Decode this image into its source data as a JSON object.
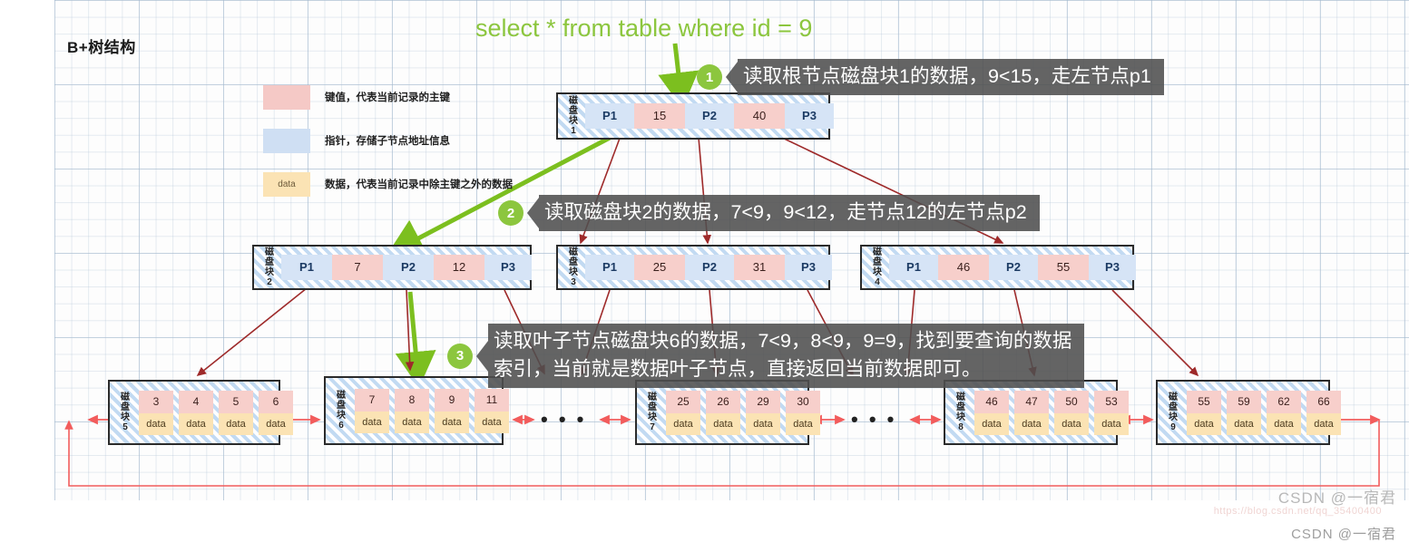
{
  "diagram": {
    "title": "B+树结构",
    "sql_query": "select * from table where id = 9"
  },
  "legend": [
    {
      "swatch": "key",
      "swatch_text": "",
      "description": "键值，代表当前记录的主键"
    },
    {
      "swatch": "pointer",
      "swatch_text": "",
      "description": "指针，存储子节点地址信息"
    },
    {
      "swatch": "data",
      "swatch_text": "data",
      "description": "数据，代表当前记录中除主键之外的数据"
    }
  ],
  "nodes": {
    "root": {
      "label": "磁盘块\n1",
      "label_lines": [
        "磁",
        "盘",
        "块",
        "1"
      ],
      "cells": [
        {
          "type": "pointer",
          "text": "P1"
        },
        {
          "type": "key",
          "text": "15"
        },
        {
          "type": "pointer",
          "text": "P2"
        },
        {
          "type": "key",
          "text": "40"
        },
        {
          "type": "pointer",
          "text": "P3"
        }
      ]
    },
    "level2": [
      {
        "label_lines": [
          "磁",
          "盘",
          "块",
          "2"
        ],
        "cells": [
          {
            "type": "pointer",
            "text": "P1"
          },
          {
            "type": "key",
            "text": "7"
          },
          {
            "type": "pointer",
            "text": "P2"
          },
          {
            "type": "key",
            "text": "12"
          },
          {
            "type": "pointer",
            "text": "P3"
          }
        ]
      },
      {
        "label_lines": [
          "磁",
          "盘",
          "块",
          "3"
        ],
        "cells": [
          {
            "type": "pointer",
            "text": "P1"
          },
          {
            "type": "key",
            "text": "25"
          },
          {
            "type": "pointer",
            "text": "P2"
          },
          {
            "type": "key",
            "text": "31"
          },
          {
            "type": "pointer",
            "text": "P3"
          }
        ]
      },
      {
        "label_lines": [
          "磁",
          "盘",
          "块",
          "4"
        ],
        "cells": [
          {
            "type": "pointer",
            "text": "P1"
          },
          {
            "type": "key",
            "text": "46"
          },
          {
            "type": "pointer",
            "text": "P2"
          },
          {
            "type": "key",
            "text": "55"
          },
          {
            "type": "pointer",
            "text": "P3"
          }
        ]
      }
    ],
    "leaves": [
      {
        "label_lines": [
          "磁",
          "盘",
          "块",
          "5"
        ],
        "keys": [
          "3",
          "4",
          "5",
          "6"
        ],
        "data_label": "data"
      },
      {
        "label_lines": [
          "磁",
          "盘",
          "块",
          "6"
        ],
        "keys": [
          "7",
          "8",
          "9",
          "11"
        ],
        "data_label": "data"
      },
      {
        "label_lines": [
          "磁",
          "盘",
          "块",
          "7"
        ],
        "keys": [
          "25",
          "26",
          "29",
          "30"
        ],
        "data_label": "data"
      },
      {
        "label_lines": [
          "磁",
          "盘",
          "块",
          "8"
        ],
        "keys": [
          "46",
          "47",
          "50",
          "53"
        ],
        "data_label": "data"
      },
      {
        "label_lines": [
          "磁",
          "盘",
          "块",
          "9"
        ],
        "keys": [
          "55",
          "59",
          "62",
          "66"
        ],
        "data_label": "data"
      }
    ],
    "ellipsis": [
      "• • •",
      "• • •"
    ]
  },
  "callouts": [
    {
      "number": "1",
      "lines": [
        "读取根节点磁盘块1的数据，9<15，走左节点p1"
      ]
    },
    {
      "number": "2",
      "lines": [
        "读取磁盘块2的数据，7<9，9<12，走节点12的左节点p2"
      ]
    },
    {
      "number": "3",
      "lines": [
        "读取叶子节点磁盘块6的数据，7<9，8<9，9=9，找到要查询的数据",
        "索引，当前就是数据叶子节点，直接返回当前数据即可。"
      ]
    }
  ],
  "watermarks": {
    "primary": "CSDN @一宿君",
    "secondary": "CSDN @一宿君",
    "url": "https://blog.csdn.net/qq_35400400"
  },
  "colors": {
    "key_fill": "#f7cfcb",
    "pointer_fill": "#d6e4f6",
    "data_fill": "#fbe3b4",
    "accent_green": "#8cc63e",
    "arrow_red": "#9e2a2a",
    "leaf_link_red": "#f25c5c",
    "banner_gray": "#4e4e4e"
  }
}
